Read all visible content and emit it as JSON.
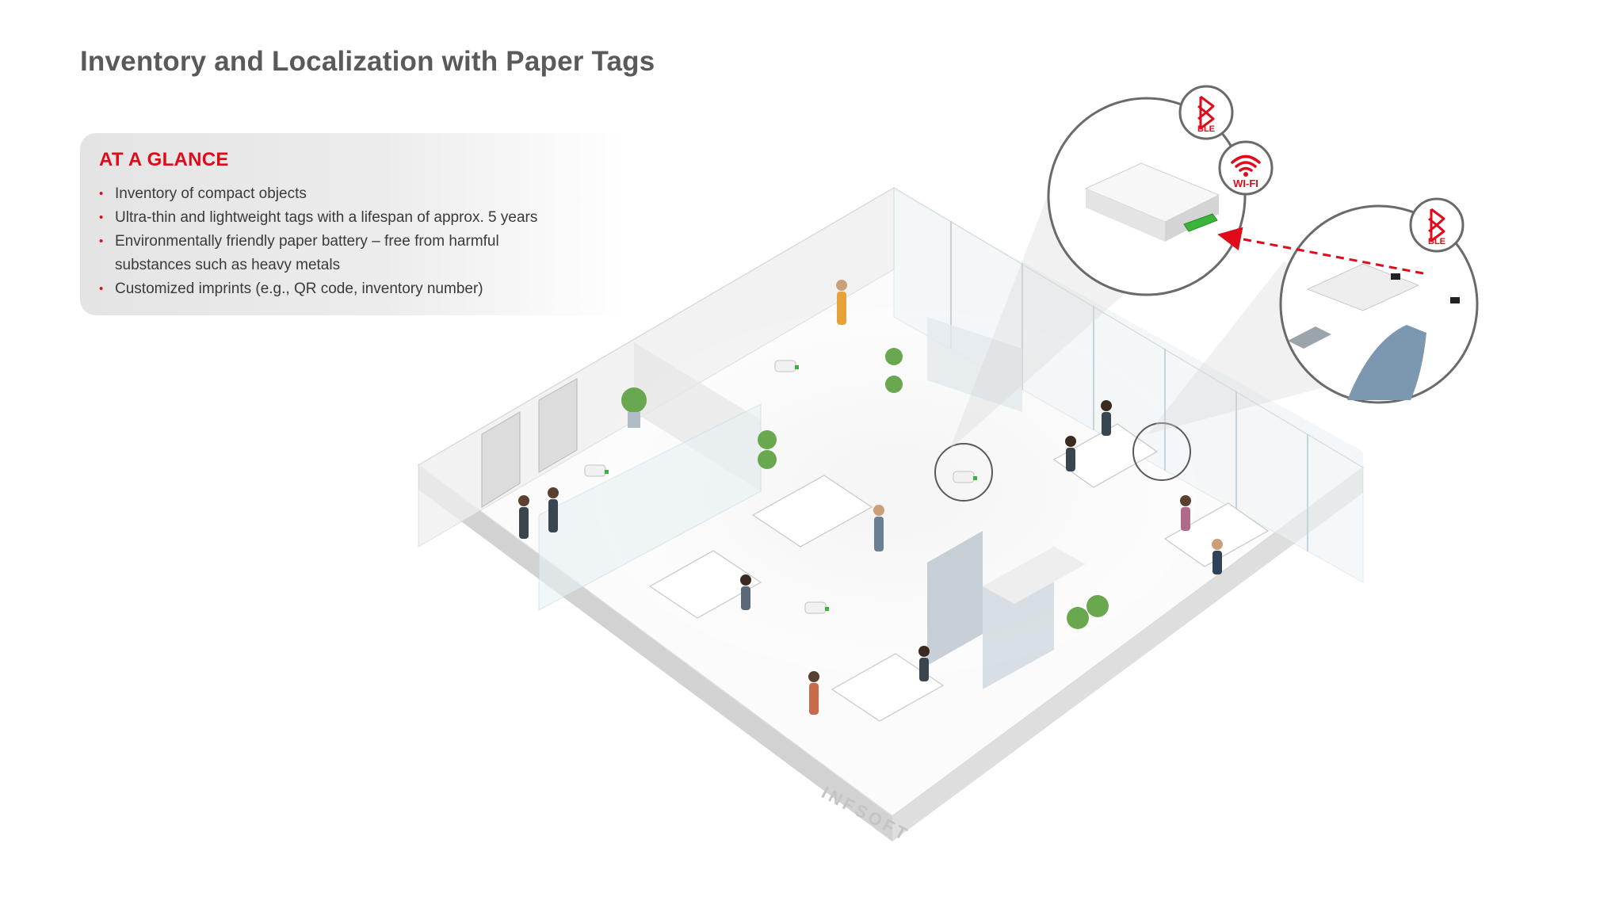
{
  "title": "Inventory and Localization with Paper Tags",
  "at_a_glance": {
    "heading": "AT A GLANCE",
    "bullets": [
      "Inventory of compact objects",
      "Ultra-thin and lightweight tags with a lifespan of approx. 5 years",
      "Environmentally friendly paper battery – free from harmful substances such as heavy metals",
      "Customized imprints (e.g., QR code, inventory number)"
    ]
  },
  "badges": {
    "ble": "BLE",
    "wifi": "WI-FI"
  },
  "watermark": "INFSOFT",
  "colors": {
    "accent": "#e10a1a",
    "title_gray": "#5a5a5a",
    "gateway_green": "#3bb43b"
  },
  "icons": [
    "bluetooth-icon",
    "wifi-icon"
  ]
}
